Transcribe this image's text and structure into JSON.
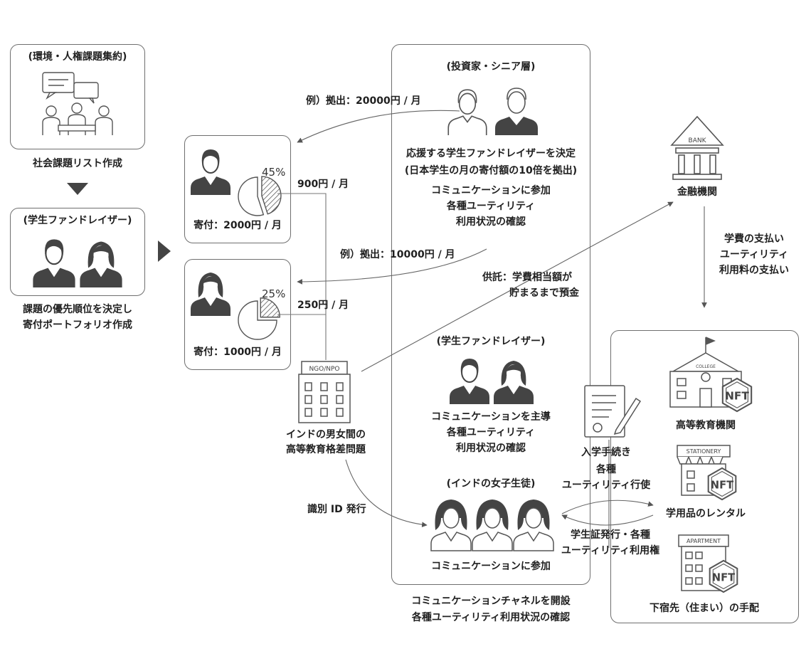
{
  "left": {
    "issue_box_title": "(環境・人権課題集約)",
    "issue_caption": "社会課題リスト作成",
    "student_box_title": "(学生ファンドレイザー)",
    "portfolio_caption_line1": "課題の優先順位を決定し",
    "portfolio_caption_line2": "寄付ポートフォリオ作成"
  },
  "portfolio": {
    "card1": {
      "percent": "45%",
      "share": 45,
      "donation": "寄付：2000円 / 月",
      "allocation": "900円 / 月"
    },
    "card2": {
      "percent": "25%",
      "share": 25,
      "donation": "寄付：1000円 / 月",
      "allocation": "250円 / 月"
    }
  },
  "ngo": {
    "sign": "NGO/NPO",
    "caption_line1": "インドの男女間の",
    "caption_line2": "高等教育格差問題",
    "id_label": "識別 ID 発行"
  },
  "center": {
    "investor_title": "(投資家・シニア層)",
    "contribution1": "例）拠出：20000円 / 月",
    "contribution2": "例）拠出：10000円 / 月",
    "investor_desc": [
      "応援する学生ファンドレイザーを決定",
      "(日本学生の月の寄付額の10倍を拠出)",
      "コミュニケーションに参加",
      "各種ユーティリティ",
      "利用状況の確認"
    ],
    "trust_line1": "供託：学費相当額が",
    "trust_line2": "貯まるまで預金",
    "fundraiser_title": "(学生ファンドレイザー)",
    "fundraiser_desc": [
      "コミュニケーションを主導",
      "各種ユーティリティ",
      "利用状況の確認"
    ],
    "girls_title": "(インドの女子生徒)",
    "girls_caption": "コミュニケーションに参加",
    "footer_line1": "コミュニケーションチャネルを開設",
    "footer_line2": "各種ユーティリティ利用状況の確認"
  },
  "bank": {
    "sign": "BANK",
    "label": "金融機関",
    "payment_lines": [
      "学費の支払い",
      "ユーティリティ",
      "利用料の支払い"
    ]
  },
  "process": {
    "enroll_lines": [
      "入学手続き",
      "各種",
      "ユーティリティ行使"
    ],
    "issue_lines": [
      "学生証発行・各種",
      "ユーティリティ利用権"
    ]
  },
  "utilities": {
    "college_sign": "COLLEGE",
    "college_label": "高等教育機関",
    "stationery_sign": "STATIONERY",
    "stationery_label": "学用品のレンタル",
    "apartment_sign": "APARTMENT",
    "apartment_label": "下宿先（住まい）の手配",
    "nft_text": "NFT"
  },
  "colors": {
    "line": "#6f6f6f",
    "fill": "#444444",
    "light": "#f0f0f0"
  }
}
